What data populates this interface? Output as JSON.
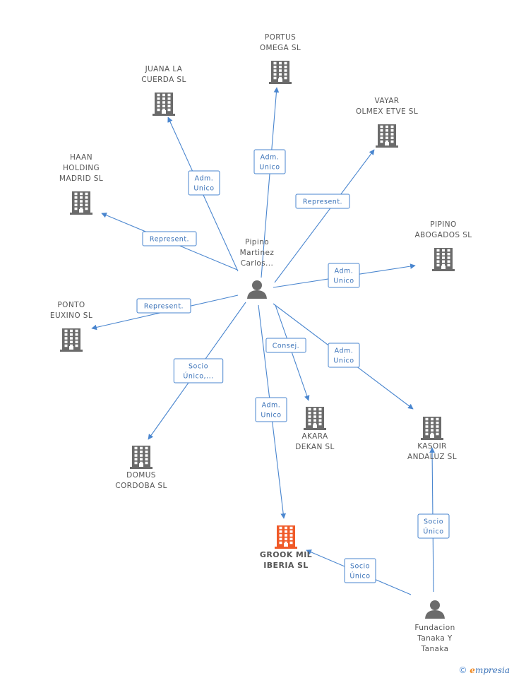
{
  "colors": {
    "edge": "#4a86cf",
    "node": "#6b6b6b",
    "focus_node": "#f05a28",
    "label": "#555555"
  },
  "nodes": [
    {
      "id": "pipino_person",
      "type": "person",
      "lines": [
        "Pipino",
        "Martinez",
        "Carlos..."
      ],
      "icon": "person-icon"
    },
    {
      "id": "portus",
      "type": "company",
      "lines": [
        "PORTUS",
        "OMEGA  SL"
      ],
      "icon": "building-icon"
    },
    {
      "id": "juana",
      "type": "company",
      "lines": [
        "JUANA LA",
        "CUERDA  SL"
      ],
      "icon": "building-icon"
    },
    {
      "id": "vayar",
      "type": "company",
      "lines": [
        "VAYAR",
        "OLMEX ETVE SL"
      ],
      "icon": "building-icon"
    },
    {
      "id": "haan",
      "type": "company",
      "lines": [
        "HAAN",
        "HOLDING",
        "MADRID SL"
      ],
      "icon": "building-icon"
    },
    {
      "id": "pipino_abogados",
      "type": "company",
      "lines": [
        "PIPINO",
        "ABOGADOS SL"
      ],
      "icon": "building-icon"
    },
    {
      "id": "ponto",
      "type": "company",
      "lines": [
        "PONTO",
        "EUXINO SL"
      ],
      "icon": "building-icon"
    },
    {
      "id": "akara",
      "type": "company",
      "lines": [
        "AKARA",
        "DEKAN SL"
      ],
      "icon": "building-icon"
    },
    {
      "id": "kasoir",
      "type": "company",
      "lines": [
        "KASOIR",
        "ANDALUZ  SL"
      ],
      "icon": "building-icon"
    },
    {
      "id": "domus",
      "type": "company",
      "lines": [
        "DOMUS",
        "CORDOBA SL"
      ],
      "icon": "building-icon"
    },
    {
      "id": "grook",
      "type": "focus",
      "lines": [
        "GROOK MIL",
        "IBERIA  SL"
      ],
      "icon": "building-icon"
    },
    {
      "id": "fundacion",
      "type": "person",
      "lines": [
        "Fundacion",
        "Tanaka Y",
        "Tanaka"
      ],
      "icon": "person-icon"
    }
  ],
  "edges": [
    {
      "from": "pipino_person",
      "to": "portus",
      "lines": [
        "Adm.",
        "Unico"
      ]
    },
    {
      "from": "pipino_person",
      "to": "juana",
      "lines": [
        "Adm.",
        "Unico"
      ]
    },
    {
      "from": "pipino_person",
      "to": "vayar",
      "lines": [
        "Represent."
      ]
    },
    {
      "from": "pipino_person",
      "to": "haan",
      "lines": [
        "Represent."
      ]
    },
    {
      "from": "pipino_person",
      "to": "pipino_abogados",
      "lines": [
        "Adm.",
        "Unico"
      ]
    },
    {
      "from": "pipino_person",
      "to": "ponto",
      "lines": [
        "Represent."
      ]
    },
    {
      "from": "pipino_person",
      "to": "akara",
      "lines": [
        "Consej."
      ]
    },
    {
      "from": "pipino_person",
      "to": "kasoir",
      "lines": [
        "Adm.",
        "Unico"
      ]
    },
    {
      "from": "pipino_person",
      "to": "domus",
      "lines": [
        "Socio",
        "Único,..."
      ]
    },
    {
      "from": "pipino_person",
      "to": "grook",
      "lines": [
        "Adm.",
        "Unico"
      ]
    },
    {
      "from": "fundacion",
      "to": "grook",
      "lines": [
        "Socio",
        "Único"
      ]
    },
    {
      "from": "fundacion",
      "to": "kasoir",
      "lines": [
        "Socio",
        "Único"
      ]
    }
  ],
  "footer": {
    "symbol": "©",
    "brand_first": "e",
    "brand_rest": "mpresia"
  }
}
